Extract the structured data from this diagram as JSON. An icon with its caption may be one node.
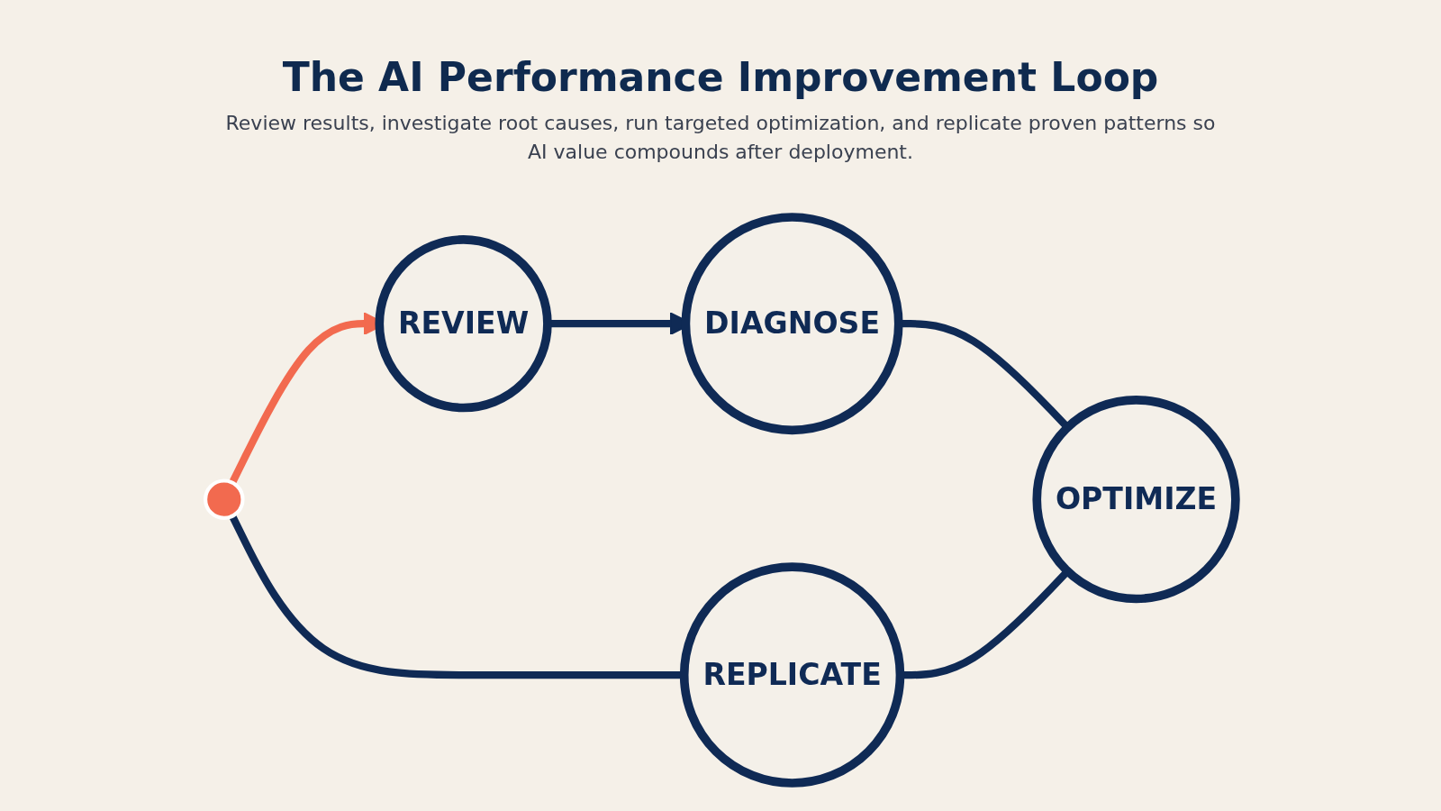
{
  "diagram": {
    "title": "The AI Performance Improvement Loop",
    "caption": "Review results, investigate root causes, run targeted optimization, and replicate proven patterns so AI value compounds after deployment.",
    "nodes": [
      {
        "text": [
          "REVIEW"
        ]
      },
      {
        "text": [
          "DIAGNOSE"
        ]
      },
      {
        "text": [],
        "shape": "circle"
      },
      {
        "text": [
          "REPLICATE"
        ]
      },
      {
        "text": [
          "OPTIMIZE"
        ]
      }
    ],
    "edges": [
      {
        "from": 0,
        "to": 1,
        "arrow": "to"
      },
      {
        "from": 1,
        "to": 4,
        "arrow": "none"
      },
      {
        "from": 3,
        "to": 4,
        "arrow": "none"
      },
      {
        "from": 2,
        "to": 3,
        "arrow": "none"
      },
      {
        "from": 2,
        "to": 0,
        "arrow": "to",
        "color": "#f26a4f"
      }
    ]
  }
}
